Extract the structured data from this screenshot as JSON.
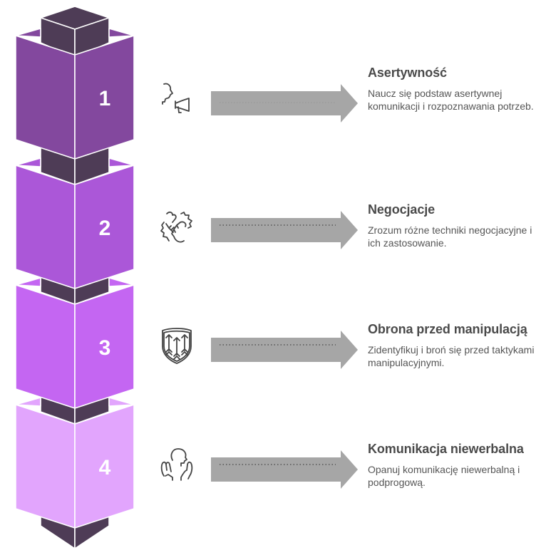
{
  "colors": {
    "column": "#4e3c56",
    "box1": "#83489e",
    "box2": "#ab57d8",
    "box3": "#c466f2",
    "box4": "#e2a5fd",
    "arrow": "#a6a6a6",
    "arrow_dots": "#555555",
    "icon_stroke": "#444444",
    "title_text": "#4a4a4a",
    "desc_text": "#555555"
  },
  "steps": [
    {
      "number": "1",
      "icon": "speaker-megaphone-icon",
      "title": "Asertywność",
      "description": "Naucz się podstaw asertywnej komunikacji i rozpoznawania potrzeb."
    },
    {
      "number": "2",
      "icon": "handshake-agreement-icon",
      "title": "Negocjacje",
      "description": "Zrozum różne techniki negocjacyjne i ich zastosowanie."
    },
    {
      "number": "3",
      "icon": "shield-arrows-icon",
      "title": "Obrona przed manipulacją",
      "description": "Zidentyfikuj i broń się przed taktykami manipulacyjnymi."
    },
    {
      "number": "4",
      "icon": "person-hands-icon",
      "title": "Komunikacja niewerbalna",
      "description": "Opanuj komunikację niewerbalną i podprogową."
    }
  ]
}
